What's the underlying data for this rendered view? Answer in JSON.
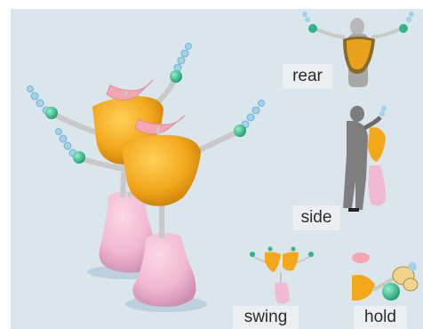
{
  "views": [
    {
      "id": "rear",
      "label": "rear"
    },
    {
      "id": "side",
      "label": "side"
    },
    {
      "id": "swing",
      "label": "swing"
    },
    {
      "id": "hold",
      "label": "hold"
    }
  ],
  "colors": {
    "background": "#dae5ec",
    "body": "#f3a81c",
    "body_shadow": "#d98b0a",
    "foot": "#f2b9d2",
    "foot_shadow": "#d88eb4",
    "arm": "#c9c9c9",
    "joint": "#2fb58a",
    "bead": "#9fd3ec",
    "pink_handle": "#f4a7b3",
    "label_bg": "#eceff1"
  }
}
